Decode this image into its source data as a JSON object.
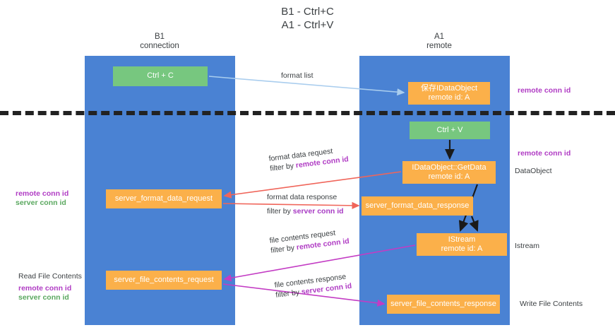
{
  "title": {
    "line1": "B1 - Ctrl+C",
    "line2": "A1 - Ctrl+V"
  },
  "lanes": [
    {
      "id": "b1",
      "name": "B1",
      "role": "connection"
    },
    {
      "id": "a1",
      "name": "A1",
      "role": "remote"
    }
  ],
  "nodes": {
    "ctrl_c": {
      "line1": "Ctrl + C",
      "line2": "",
      "color": "#77c77f"
    },
    "ctrl_v": {
      "line1": "Ctrl + V",
      "line2": "",
      "color": "#77c77f"
    },
    "idataobject": {
      "line1": "保存IDataObject",
      "line2": "remote id: A",
      "color": "#fbb04a"
    },
    "getdata": {
      "line1": "IDataObject::GetData",
      "line2": "remote id: A",
      "color": "#fbb04a"
    },
    "server_format_data_request": {
      "line1": "server_format_data_request",
      "line2": "",
      "color": "#fbb04a"
    },
    "server_format_data_response": {
      "line1": "server_format_data_response",
      "line2": "",
      "color": "#fbb04a"
    },
    "istream": {
      "line1": "IStream",
      "line2": "remote id: A",
      "color": "#fbb04a"
    },
    "server_file_contents_request": {
      "line1": "server_file_contents_request",
      "line2": "",
      "color": "#fbb04a"
    },
    "server_file_contents_response": {
      "line1": "server_file_contents_response",
      "line2": "",
      "color": "#fbb04a"
    }
  },
  "edge_labels": {
    "format_list": "format list",
    "format_data_request": "format data request",
    "format_data_request_filter_prefix": "filter by ",
    "format_data_request_filter_key": "remote conn id",
    "format_data_response": "format data response",
    "format_data_response_filter_prefix": "filter by ",
    "format_data_response_filter_key": "server conn id",
    "file_contents_request": "file contents request",
    "file_contents_request_filter_prefix": "filter by ",
    "file_contents_request_filter_key": "remote conn id",
    "file_contents_response": "file contents response",
    "file_contents_response_filter_prefix": "filter by ",
    "file_contents_response_filter_key": "server conn id"
  },
  "annotations": {
    "remote_conn_id_top": "remote conn id",
    "remote_conn_id_mid": "remote conn id",
    "dataobject": "DataObject",
    "istream": "Istream",
    "write_file_contents": "Write File Contents",
    "read_file_contents": "Read File Contents",
    "left_remote_conn_id_1": "remote conn id",
    "left_server_conn_id_1": "server conn id",
    "left_remote_conn_id_2": "remote conn id",
    "left_server_conn_id_2": "server conn id"
  },
  "colors": {
    "lane": "#4a82d3",
    "node_green": "#77c77f",
    "node_orange": "#fbb04a",
    "accent_purple": "#b03cc4",
    "accent_green": "#5aa85f",
    "arrow_blue": "#a9cdee",
    "arrow_red": "#f0655a",
    "arrow_magenta": "#c33cc4",
    "arrow_black": "#1a1a1a",
    "separator": "#222222"
  }
}
